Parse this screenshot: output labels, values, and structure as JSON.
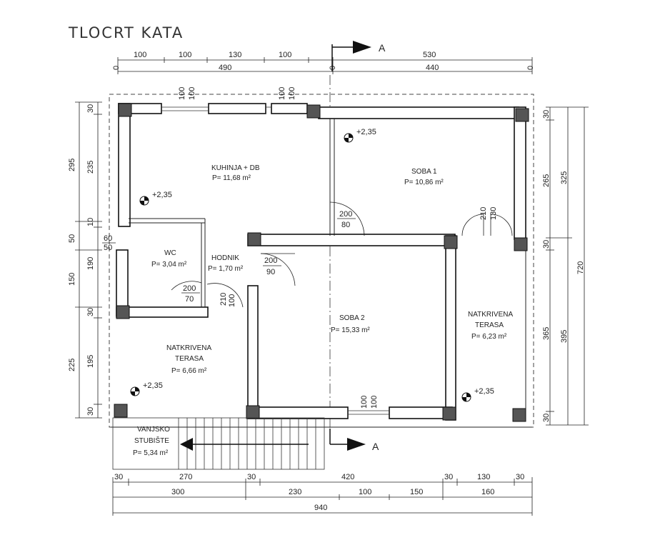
{
  "title": "TLOCRT KATA",
  "colors": {
    "wall": "#111111",
    "column": "#555555",
    "line": "#222222",
    "paper": "#ffffff"
  },
  "section_marker": "A",
  "level_mark": "+2,35",
  "rooms": [
    {
      "name": "KUHINJA + DB",
      "area": "P= 11,68 m²"
    },
    {
      "name": "SOBA 1",
      "area": "P= 10,86 m²"
    },
    {
      "name": "WC",
      "area": "P= 3,04 m²"
    },
    {
      "name": "HODNIK",
      "area": "P= 1,70 m²"
    },
    {
      "name": "SOBA 2",
      "area": "P= 15,33 m²"
    },
    {
      "name": "NATKRIVENA TERASA",
      "area": "P= 6,23 m²"
    },
    {
      "name": "NATKRIVENA TERASA",
      "area": "P= 6,66 m²"
    },
    {
      "name": "VANJSKO STUBIŠTE",
      "area": "P= 5,34 m²"
    }
  ],
  "room_name_lines": {
    "terasa_right_1": "NATKRIVENA",
    "terasa_right_2": "TERASA",
    "terasa_left_1": "NATKRIVENA",
    "terasa_left_2": "TERASA",
    "stair_1": "VANJSKO",
    "stair_2": "STUBIŠTE"
  },
  "dimensions": {
    "top_row1": [
      "100",
      "100",
      "130",
      "100",
      "530"
    ],
    "top_row2": [
      "490",
      "440"
    ],
    "top_zeros": [
      "0",
      "0",
      "0"
    ],
    "bottom_row1": [
      "30",
      "270",
      "30",
      "420",
      "30",
      "130",
      "30"
    ],
    "bottom_row2": [
      "300",
      "230",
      "100",
      "150",
      "160"
    ],
    "bottom_total": "940",
    "left_outer": [
      "295",
      "50",
      "150",
      "225"
    ],
    "left_inner": [
      "30",
      "235",
      "10",
      "190",
      "30",
      "195",
      "30"
    ],
    "right_inner": [
      "30",
      "265",
      "30",
      "365",
      "30"
    ],
    "right_mid": [
      "325",
      "395"
    ],
    "right_total": "720"
  },
  "openings": [
    {
      "h": "100",
      "w": "100"
    },
    {
      "h": "100",
      "w": "100"
    },
    {
      "h": "200",
      "w": "80"
    },
    {
      "h": "210",
      "w": "130"
    },
    {
      "h": "60",
      "w": "50"
    },
    {
      "h": "200",
      "w": "90"
    },
    {
      "h": "200",
      "w": "70"
    },
    {
      "h": "210",
      "w": "100"
    },
    {
      "h": "100",
      "w": "100"
    }
  ]
}
